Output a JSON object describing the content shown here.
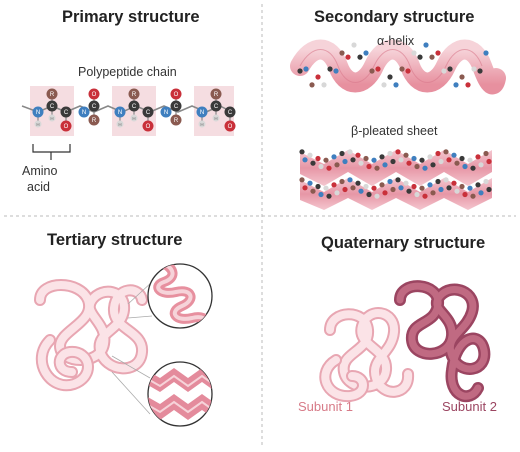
{
  "panels": {
    "primary": {
      "title": "Primary structure",
      "chain_label": "Polypeptide chain",
      "unit_label_line1": "Amino",
      "unit_label_line2": "acid"
    },
    "secondary": {
      "title": "Secondary structure",
      "helix_label": "α-helix",
      "sheet_label": "β-pleated sheet"
    },
    "tertiary": {
      "title": "Tertiary structure"
    },
    "quaternary": {
      "title": "Quaternary structure",
      "subunit1": "Subunit 1",
      "subunit2": "Subunit 2"
    }
  },
  "atoms": {
    "N": "N",
    "C": "C",
    "R": "R",
    "O": "O",
    "H": "H"
  },
  "colors": {
    "light_pink": "#f3c7cf",
    "pink": "#e7909f",
    "rose": "#d77b88",
    "mauve": "#9b4561",
    "nitrogen": "#3f7fbf",
    "carbon": "#3a3a3a",
    "r_group": "#8a5a50",
    "oxygen": "#c9303a",
    "hydrogen": "#d8d8d8",
    "divider": "#bbbbbb"
  }
}
